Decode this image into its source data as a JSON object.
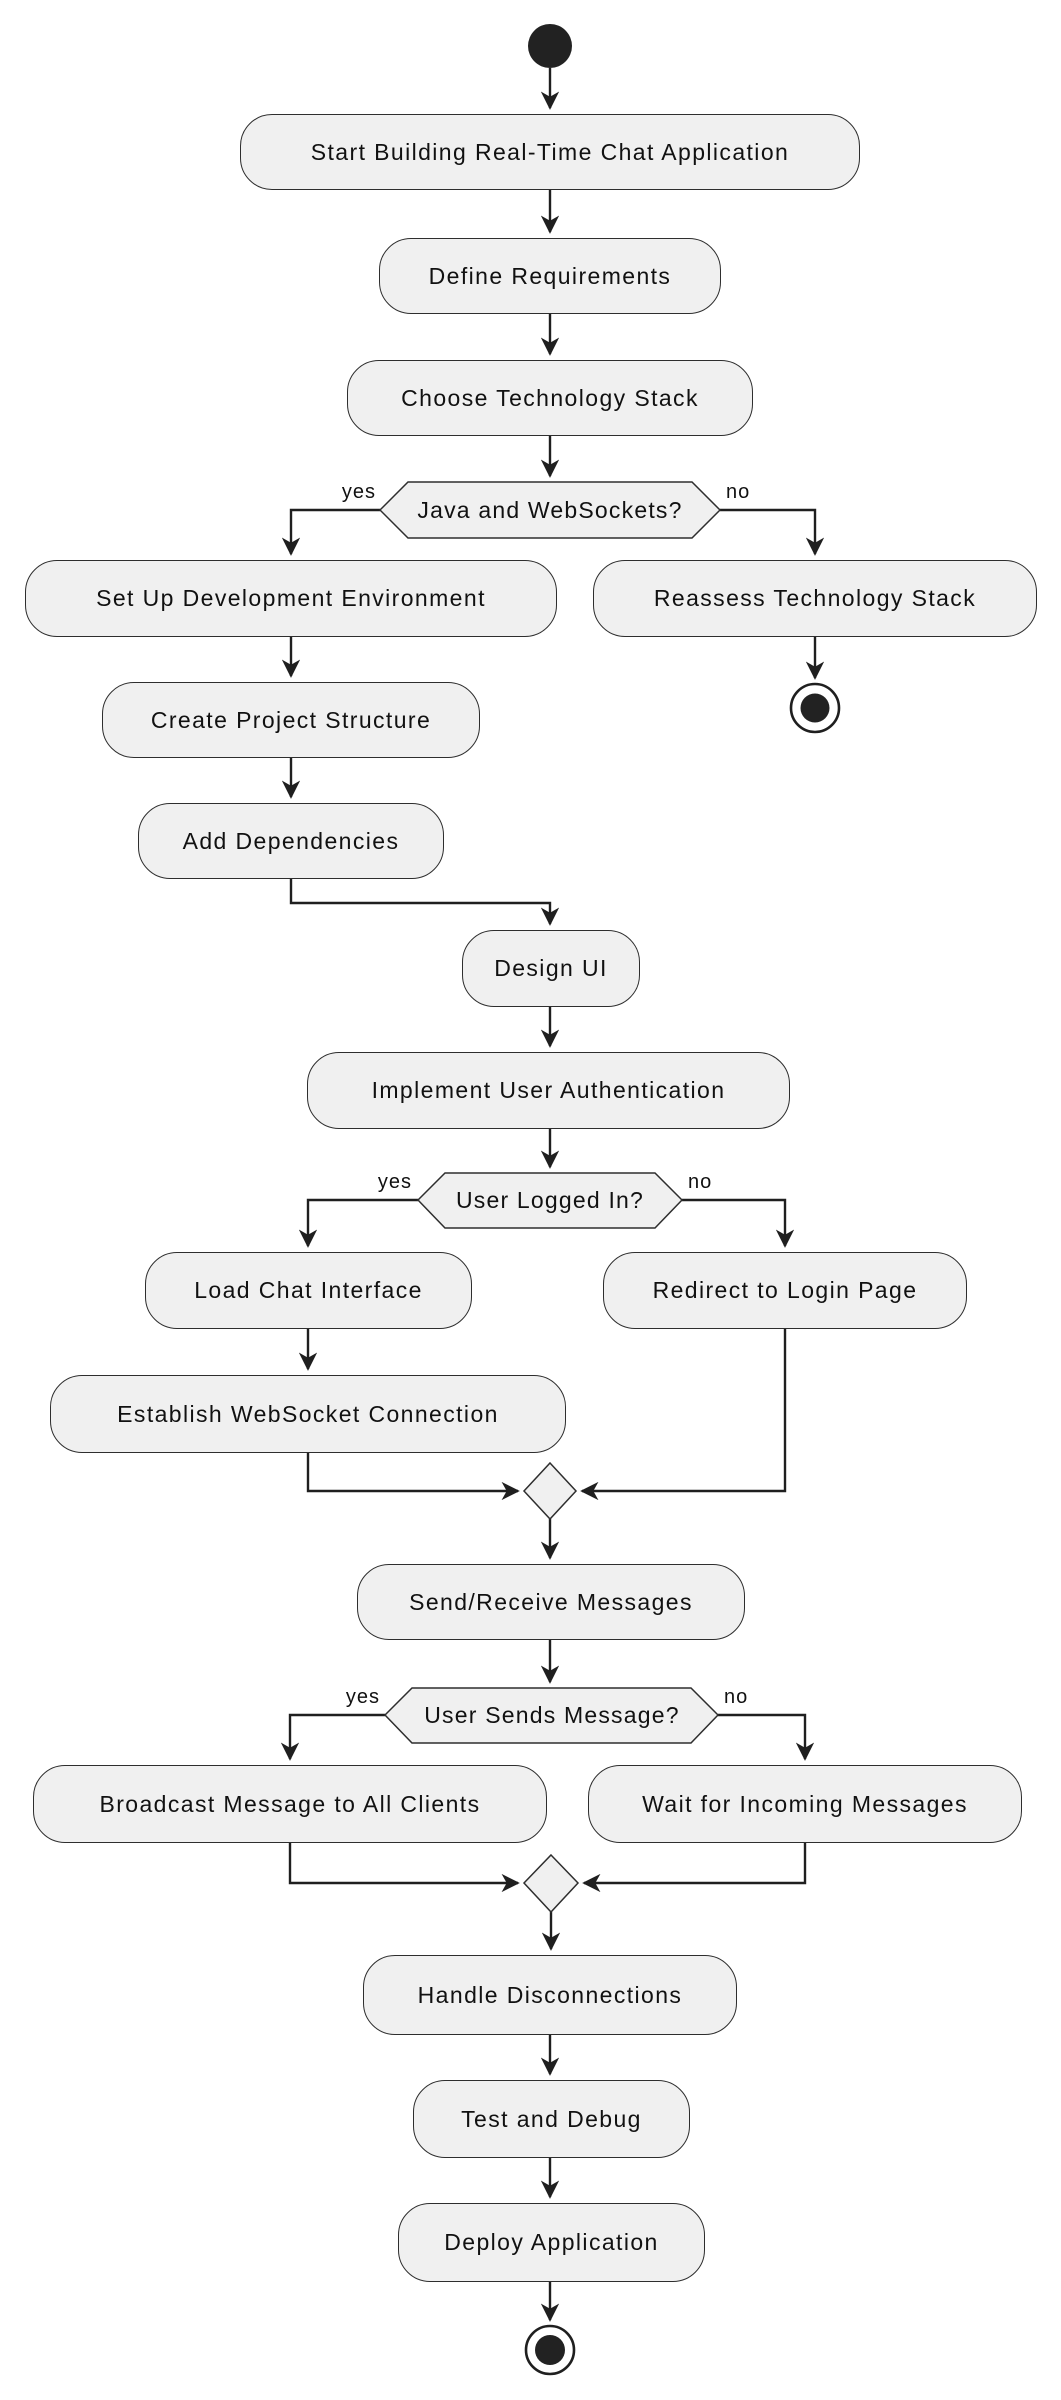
{
  "flow": {
    "activities": [
      {
        "id": "start-building",
        "label": "Start Building Real-Time Chat Application"
      },
      {
        "id": "define-requirements",
        "label": "Define Requirements"
      },
      {
        "id": "choose-tech-stack",
        "label": "Choose Technology Stack"
      },
      {
        "id": "setup-dev-environment",
        "label": "Set Up Development Environment"
      },
      {
        "id": "create-project-structure",
        "label": "Create Project Structure"
      },
      {
        "id": "add-dependencies",
        "label": "Add Dependencies"
      },
      {
        "id": "reassess-tech-stack",
        "label": "Reassess Technology Stack"
      },
      {
        "id": "design-ui",
        "label": "Design UI"
      },
      {
        "id": "implement-user-auth",
        "label": "Implement User Authentication"
      },
      {
        "id": "load-chat-interface",
        "label": "Load Chat Interface"
      },
      {
        "id": "redirect-login-page",
        "label": "Redirect to Login Page"
      },
      {
        "id": "establish-websocket",
        "label": "Establish WebSocket Connection"
      },
      {
        "id": "send-receive-messages",
        "label": "Send/Receive Messages"
      },
      {
        "id": "broadcast-message",
        "label": "Broadcast Message to All Clients"
      },
      {
        "id": "wait-incoming-messages",
        "label": "Wait for Incoming Messages"
      },
      {
        "id": "handle-disconnections",
        "label": "Handle Disconnections"
      },
      {
        "id": "test-and-debug",
        "label": "Test and Debug"
      },
      {
        "id": "deploy-application",
        "label": "Deploy Application"
      }
    ],
    "decisions": [
      {
        "id": "java-and-websockets",
        "label": "Java and WebSockets?",
        "yes": "yes",
        "no": "no"
      },
      {
        "id": "user-logged-in",
        "label": "User Logged In?",
        "yes": "yes",
        "no": "no"
      },
      {
        "id": "user-sends-message",
        "label": "User Sends Message?",
        "yes": "yes",
        "no": "no"
      }
    ],
    "colors": {
      "node_fill": "#f0f0f0",
      "node_border": "#2e2e2e",
      "line": "#1f1f1f",
      "text": "#111111",
      "start_fill": "#222222",
      "background": "#ffffff"
    }
  }
}
